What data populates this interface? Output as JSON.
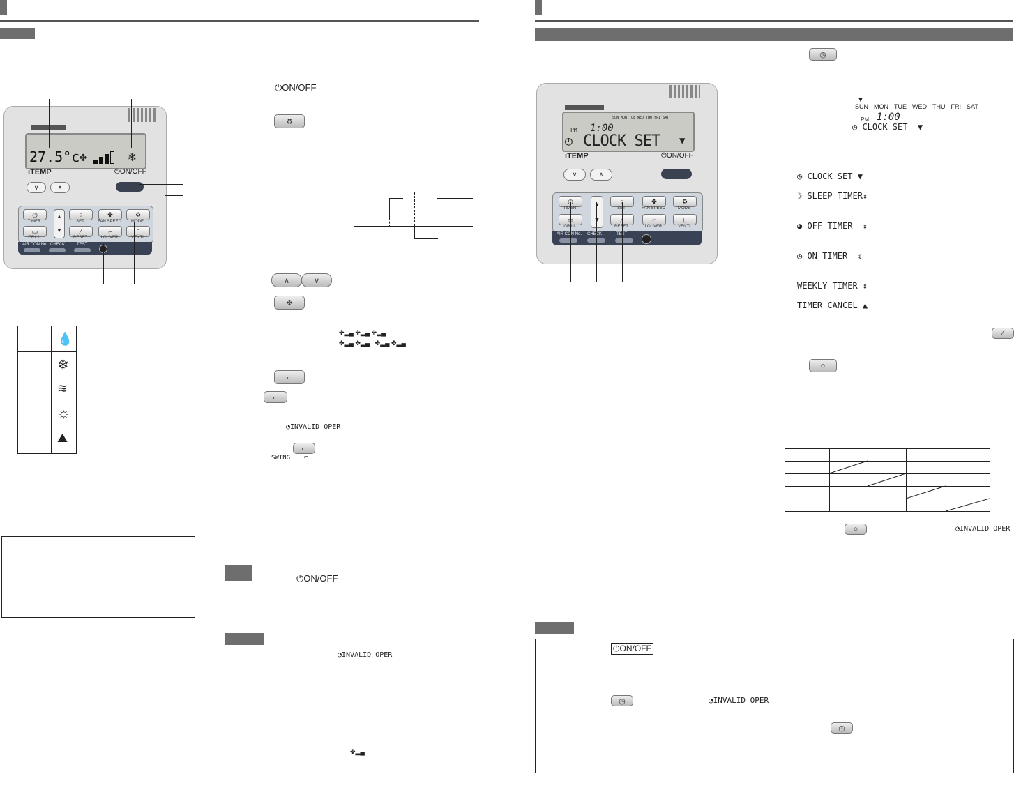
{
  "remote_left": {
    "lcd_temp": "27.5°c",
    "temp_label": "TEMP",
    "onoff_label": "ON/OFF",
    "buttons": {
      "timer": "TIMER",
      "grill": "GRILL",
      "set": "SET",
      "reset": "RESET",
      "fan_speed": "FAN SPEED",
      "mode": "MODE",
      "louver": "LOUVER",
      "venti": "VENTI",
      "air_con_no": "AIR CON No.",
      "check": "CHECK",
      "test": "TEST"
    }
  },
  "middle": {
    "onoff_text": "ON/OFF",
    "swing_text": "SWING",
    "invalid_oper_1": "INVALID OPER",
    "invalid_oper_2": "INVALID OPER",
    "onoff_text_2": "ON/OFF"
  },
  "remote_right": {
    "lcd_days": "SUN  MON  TUE  WED  THU  FRI  SAT",
    "lcd_time_prefix": "PM",
    "lcd_time": "1:00",
    "lcd_main": "CLOCK SET",
    "temp_label": "TEMP",
    "onoff_label": "ON/OFF",
    "buttons": {
      "timer": "TIMER",
      "grill": "GRILL",
      "set": "SET",
      "reset": "RESET",
      "fan_speed": "FAN SPEED",
      "mode": "MODE",
      "louver": "LOUVER",
      "venti": "VENTI",
      "air_con_no": "AIR CON No.",
      "check": "CHECK",
      "test": "TEST"
    }
  },
  "timer_screen": {
    "days": [
      "SUN",
      "MON",
      "TUE",
      "WED",
      "THU",
      "FRI",
      "SAT"
    ],
    "pm": "PM",
    "time": "1:00",
    "clock_set": "CLOCK SET"
  },
  "timer_menu": [
    "CLOCK SET",
    "SLEEP TIMER",
    "OFF TIMER",
    "ON TIMER",
    "WEEKLY TIMER",
    "TIMER CANCEL"
  ],
  "right_page": {
    "invalid_oper": "INVALID OPER",
    "box_onoff": "ON/OFF",
    "box_invalid_oper": "INVALID OPER"
  }
}
